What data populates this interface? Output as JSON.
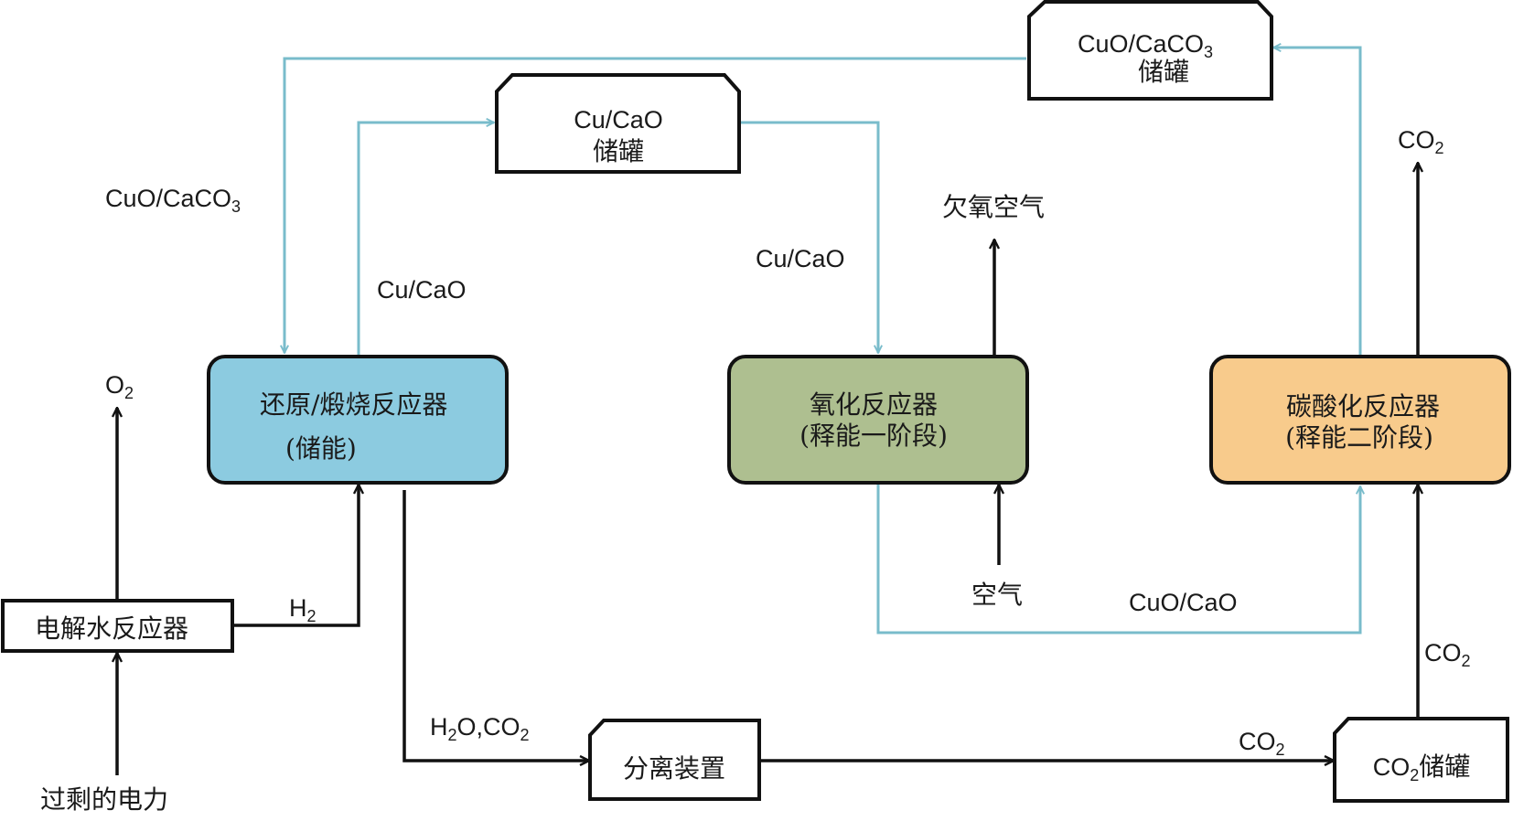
{
  "colors": {
    "solid_flow": "#79bccb",
    "gas_flow": "#111111",
    "reduction_reactor_fill": "#8ccbe0",
    "oxidation_reactor_fill": "#aebf90",
    "carbonation_reactor_fill": "#f8cb8c",
    "tank_fill": "#ffffff"
  },
  "nodes": {
    "cuo_caco3_tank": {
      "line1": "CuO/CaCO",
      "line1_sub": "3",
      "line2": "储罐"
    },
    "cu_cao_tank": {
      "line1": "Cu/CaO",
      "line2": "储罐"
    },
    "reduction_reactor": {
      "line1": "还原/煅烧反应器",
      "line2": "(储能)"
    },
    "oxidation_reactor": {
      "line1": "氧化反应器",
      "line2": "(释能一阶段)"
    },
    "carbonation_reactor": {
      "line1": "碳酸化反应器",
      "line2": "(释能二阶段)"
    },
    "electrolysis_reactor": {
      "label": "电解水反应器"
    },
    "separator": {
      "label": "分离装置"
    },
    "co2_tank": {
      "prefix": "CO",
      "sub": "2",
      "suffix": "储罐"
    }
  },
  "edge_labels": {
    "cuo_caco3_left": {
      "text": "CuO/CaCO",
      "sub": "3"
    },
    "cu_cao_up": {
      "text": "Cu/CaO"
    },
    "cu_cao_down": {
      "text": "Cu/CaO"
    },
    "depleted_air": {
      "text": "欠氧空气"
    },
    "air": {
      "text": "空气"
    },
    "cuo_cao_bottom": {
      "text": "CuO/CaO"
    },
    "co2_top": {
      "text": "CO",
      "sub": "2"
    },
    "co2_right": {
      "text": "CO",
      "sub": "2"
    },
    "co2_separator": {
      "text": "CO",
      "sub": "2"
    },
    "o2": {
      "text": "O",
      "sub": "2"
    },
    "h2": {
      "text": "H",
      "sub": "2"
    },
    "h2o_co2": {
      "t1": "H",
      "s1": "2",
      "t2": "O,CO",
      "s2": "2"
    },
    "surplus_power": {
      "text": "过剩的电力"
    }
  }
}
